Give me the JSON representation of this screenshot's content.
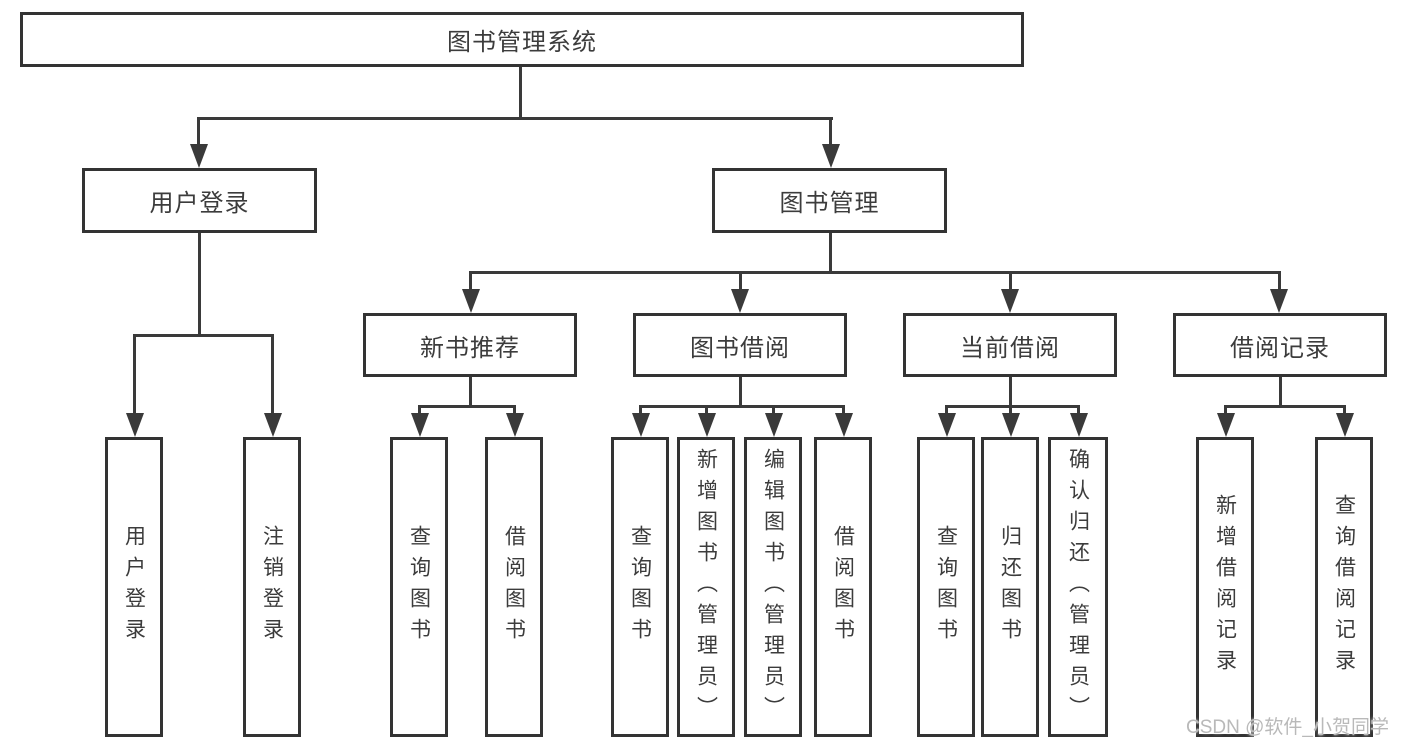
{
  "diagram": {
    "type": "functional-structure-tree",
    "root": {
      "label": "图书管理系统",
      "children": [
        {
          "label": "用户登录",
          "children": [
            {
              "label": "用户登录"
            },
            {
              "label": "注销登录"
            }
          ]
        },
        {
          "label": "图书管理",
          "children": [
            {
              "label": "新书推荐",
              "children": [
                {
                  "label": "查询图书"
                },
                {
                  "label": "借阅图书"
                }
              ]
            },
            {
              "label": "图书借阅",
              "children": [
                {
                  "label": "查询图书"
                },
                {
                  "label": "新增图书（管理员）"
                },
                {
                  "label": "编辑图书（管理员）"
                },
                {
                  "label": "借阅图书"
                }
              ]
            },
            {
              "label": "当前借阅",
              "children": [
                {
                  "label": "查询图书"
                },
                {
                  "label": "归还图书"
                },
                {
                  "label": "确认归还（管理员）"
                }
              ]
            },
            {
              "label": "借阅记录",
              "children": [
                {
                  "label": "新增借阅记录"
                },
                {
                  "label": "查询借阅记录"
                }
              ]
            }
          ]
        }
      ]
    }
  },
  "watermark": "CSDN @软件_小贺同学",
  "colors": {
    "line": "#3a3a3a",
    "box_border": "#333333",
    "text": "#3c3c3c",
    "watermark": "#b9b9b9",
    "background": "#ffffff"
  }
}
